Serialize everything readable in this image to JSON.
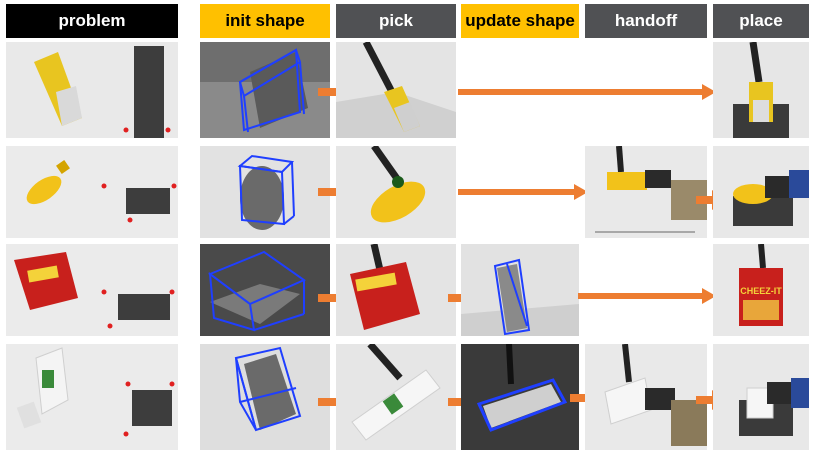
{
  "headers": {
    "problem": "problem",
    "init_shape": "init shape",
    "pick": "pick",
    "update_shape": "update shape",
    "handoff": "handoff",
    "place": "place"
  },
  "colors": {
    "header_dark": "#505154",
    "header_accent": "#ffc000",
    "arrow": "#ed7d31",
    "bbox": "#1f3fff"
  },
  "rows": [
    {
      "object": "yellow-box",
      "stages": [
        "init shape",
        "pick",
        "place"
      ]
    },
    {
      "object": "mustard-bottle",
      "stages": [
        "init shape",
        "pick",
        "handoff",
        "place"
      ]
    },
    {
      "object": "cheez-it-box",
      "stages": [
        "init shape",
        "pick",
        "update shape",
        "place"
      ]
    },
    {
      "object": "white-bottle",
      "stages": [
        "init shape",
        "pick",
        "update shape",
        "handoff",
        "place"
      ]
    }
  ],
  "box_label": "CHEEZ-IT"
}
